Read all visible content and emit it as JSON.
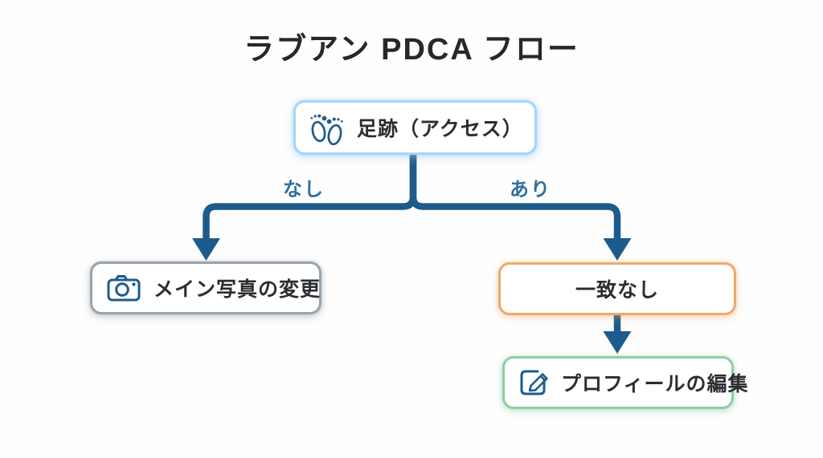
{
  "title": "ラブアン PDCA フロー",
  "colors": {
    "connector": "#1d5b8c",
    "edge_label": "#2e6f9f",
    "text": "#2a2d31",
    "title": "#26282b",
    "access_border": "#a7d5f2",
    "photo_border": "#98a3ae",
    "nomatch_border": "#f0a968",
    "edit_border": "#8fce9f",
    "node_bg": "#ffffff",
    "background": "#fefefe"
  },
  "nodes": [
    {
      "id": "access",
      "label": "足跡（アクセス）",
      "icon": "footprints-icon",
      "border": "#a7d5f2"
    },
    {
      "id": "photo",
      "label": "メイン写真の変更",
      "icon": "camera-icon",
      "border": "#98a3ae"
    },
    {
      "id": "nomatch",
      "label": "一致なし",
      "icon": null,
      "border": "#f0a968"
    },
    {
      "id": "edit",
      "label": "プロフィールの編集",
      "icon": "edit-icon",
      "border": "#8fce9f"
    }
  ],
  "edges": [
    {
      "from": "access",
      "to": "photo",
      "label": "なし"
    },
    {
      "from": "access",
      "to": "nomatch",
      "label": "あり"
    },
    {
      "from": "nomatch",
      "to": "edit",
      "label": ""
    }
  ]
}
